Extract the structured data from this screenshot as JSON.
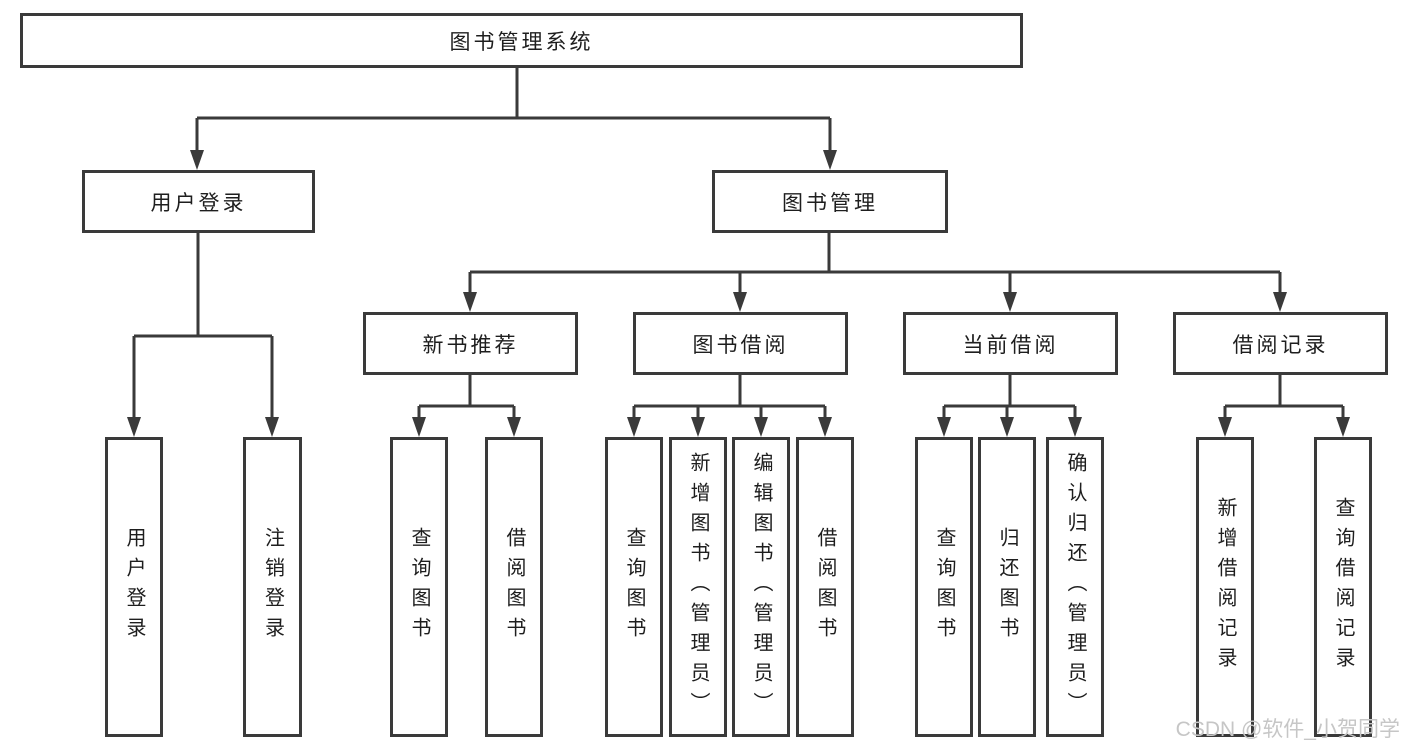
{
  "diagram": {
    "title": "图书管理系统",
    "root": {
      "label": "图书管理系统"
    },
    "level2": [
      {
        "label": "用户登录"
      },
      {
        "label": "图书管理"
      }
    ],
    "level3": [
      {
        "label": "新书推荐"
      },
      {
        "label": "图书借阅"
      },
      {
        "label": "当前借阅"
      },
      {
        "label": "借阅记录"
      }
    ],
    "leaves": {
      "user_login": [
        {
          "label": "用户登录"
        },
        {
          "label": "注销登录"
        }
      ],
      "new_book_recommend": [
        {
          "label": "查询图书"
        },
        {
          "label": "借阅图书"
        }
      ],
      "book_borrow": [
        {
          "label": "查询图书"
        },
        {
          "label": "新增图书（管理员）"
        },
        {
          "label": "编辑图书（管理员）"
        },
        {
          "label": "借阅图书"
        }
      ],
      "current_borrow": [
        {
          "label": "查询图书"
        },
        {
          "label": "归还图书"
        },
        {
          "label": "确认归还（管理员）"
        }
      ],
      "borrow_records": [
        {
          "label": "新增借阅记录"
        },
        {
          "label": "查询借阅记录"
        }
      ]
    },
    "watermark": "CSDN @软件_小贺同学",
    "colors": {
      "line": "#3a3a3a",
      "box_border": "#3a3a3a",
      "text": "#1e1e1e",
      "background": "#ffffff",
      "watermark": "#c6c6c6"
    }
  }
}
